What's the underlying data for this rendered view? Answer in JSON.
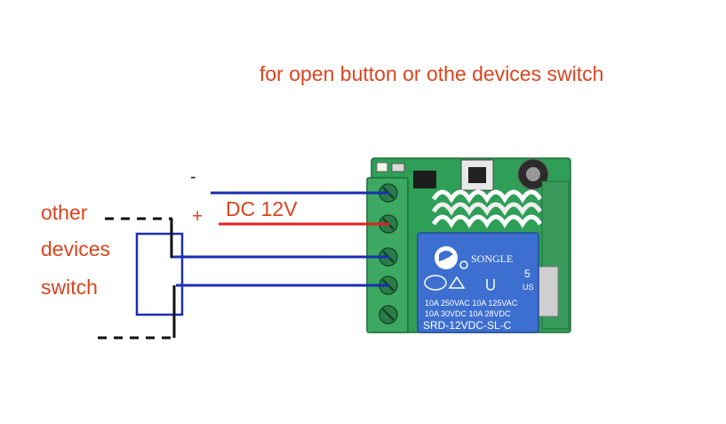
{
  "caption": "for open button or othe devices switch",
  "power": {
    "minus_label": "-",
    "plus_label": "+",
    "voltage_label": "DC 12V"
  },
  "switch_labels": [
    "other",
    "devices",
    "switch"
  ],
  "relay": {
    "brand": "SONGLE",
    "number": "5",
    "us_mark": "US",
    "rating_1": "10A 250VAC  10A 125VAC",
    "rating_2": "10A  30VDC  10A  28VDC",
    "model": "SRD-12VDC-SL-C"
  },
  "colors": {
    "wire_negative": "#1a2fb4",
    "wire_positive": "#e02020",
    "label_text": "#d9451f",
    "pcb": "#2f9e57",
    "terminal": "#3da862",
    "relay": "#3d6fd0"
  }
}
